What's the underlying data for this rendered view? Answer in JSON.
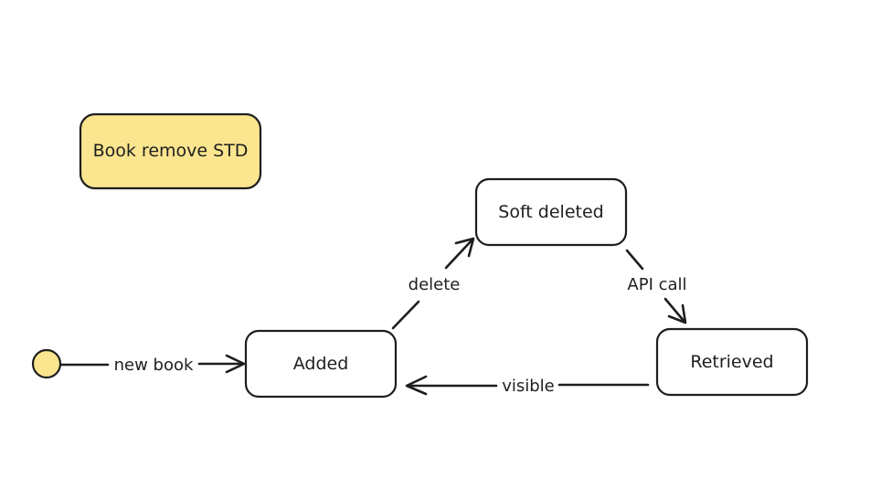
{
  "title_note": {
    "label": "Book remove STD",
    "fill": "#fbe58f"
  },
  "start_node": {
    "fill": "#fbe58f"
  },
  "states": {
    "added": {
      "label": "Added"
    },
    "soft_deleted": {
      "label": "Soft deleted"
    },
    "retrieved": {
      "label": "Retrieved"
    }
  },
  "transitions": {
    "new_book": {
      "label": "new book",
      "from": "start",
      "to": "Added"
    },
    "delete": {
      "label": "delete",
      "from": "Added",
      "to": "Soft deleted"
    },
    "api_call": {
      "label": "API call",
      "from": "Soft deleted",
      "to": "Retrieved"
    },
    "visible": {
      "label": "visible",
      "from": "Retrieved",
      "to": "Added"
    }
  }
}
